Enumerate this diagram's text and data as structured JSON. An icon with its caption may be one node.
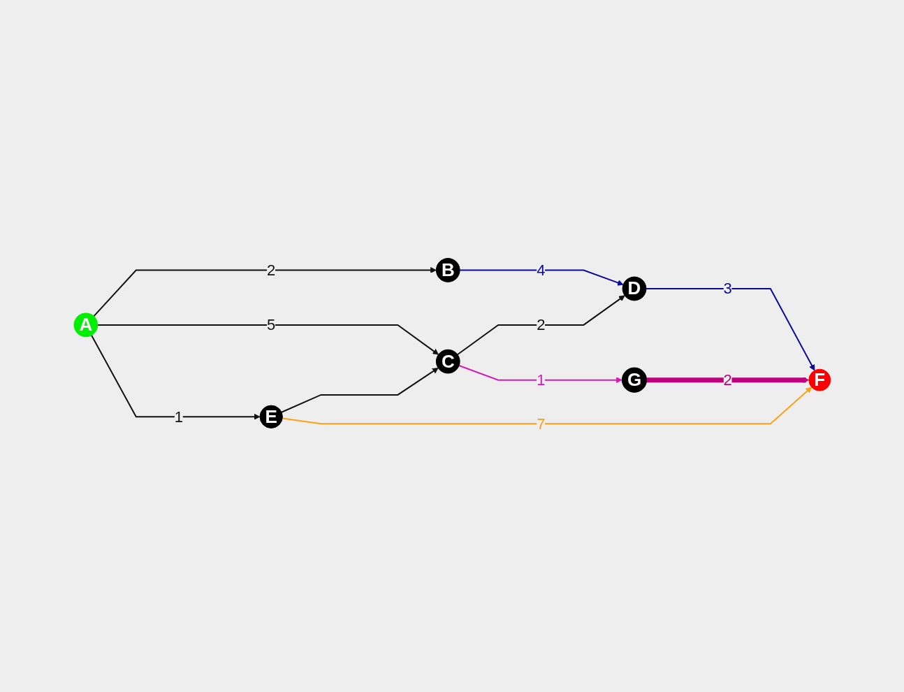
{
  "diagram": {
    "nodes": [
      {
        "text": [
          "A"
        ]
      },
      {
        "text": [
          "B"
        ]
      },
      {
        "text": [
          "C"
        ]
      },
      {
        "text": [
          "D"
        ]
      },
      {
        "text": [
          "E"
        ]
      },
      {
        "text": [
          "F"
        ]
      },
      {
        "text": [
          "G"
        ]
      }
    ],
    "edges": [
      {
        "from": 0,
        "to": 1,
        "arrow": "to",
        "label": "2"
      },
      {
        "from": 0,
        "to": 2,
        "arrow": "to",
        "label": "5"
      },
      {
        "from": 0,
        "to": 4,
        "arrow": "to",
        "label": "1"
      },
      {
        "from": 4,
        "to": 2,
        "arrow": "to"
      },
      {
        "from": 2,
        "to": 3,
        "arrow": "to",
        "label": "2"
      },
      {
        "from": 1,
        "to": 3,
        "arrow": "to",
        "label": "4",
        "color": "#0a0aa0"
      },
      {
        "from": 2,
        "to": 6,
        "arrow": "to",
        "label": "1",
        "color": "#d41cb4"
      },
      {
        "from": 3,
        "to": 5,
        "arrow": "to",
        "label": "3",
        "color": "#0a0aa0"
      },
      {
        "from": 6,
        "to": 5,
        "arrow": "to",
        "label": "2",
        "style": "thick",
        "color": "#c0007a"
      },
      {
        "from": 4,
        "to": 5,
        "arrow": "to",
        "label": "7",
        "color": "#ffa010"
      }
    ]
  }
}
